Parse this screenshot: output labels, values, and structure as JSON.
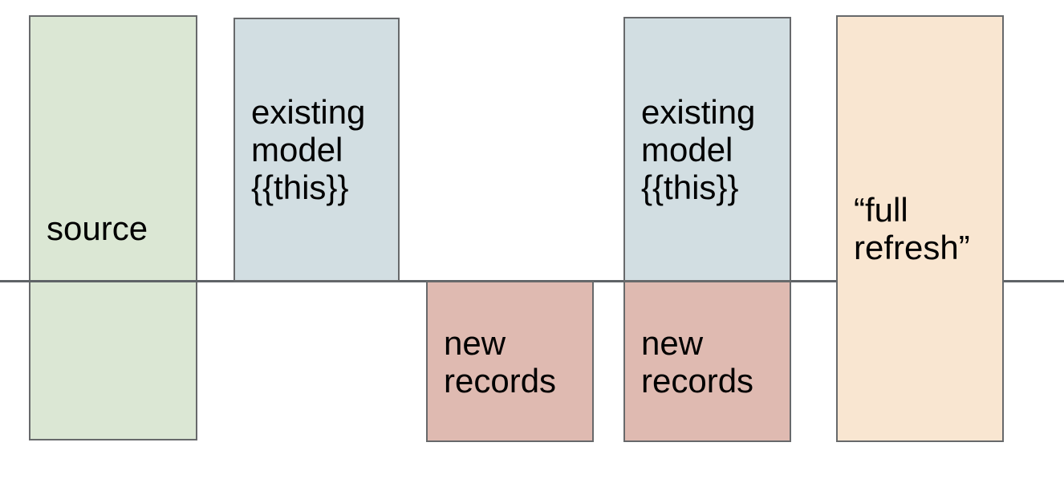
{
  "colors": {
    "background": "#ffffff",
    "box_border": "#67696b",
    "divider_line": "#5f6367",
    "text": "#000000",
    "source_green": "#dbe7d4",
    "existing_model_blue": "#d2dee2",
    "new_records_red": "#dfbab1",
    "full_refresh_peach": "#f9e6d1"
  },
  "boxes": [
    {
      "id": "source",
      "label": "source",
      "fill": "#dbe7d4"
    },
    {
      "id": "existing-model-1",
      "label": "existing model {{this}}",
      "fill": "#d2dee2"
    },
    {
      "id": "new-records-1",
      "label": "new records",
      "fill": "#dfbab1"
    },
    {
      "id": "existing-model-2",
      "label": "existing model {{this}}",
      "fill": "#d2dee2"
    },
    {
      "id": "new-records-2",
      "label": "new records",
      "fill": "#dfbab1"
    },
    {
      "id": "full-refresh",
      "label": "“full refresh”",
      "fill": "#f9e6d1"
    }
  ]
}
